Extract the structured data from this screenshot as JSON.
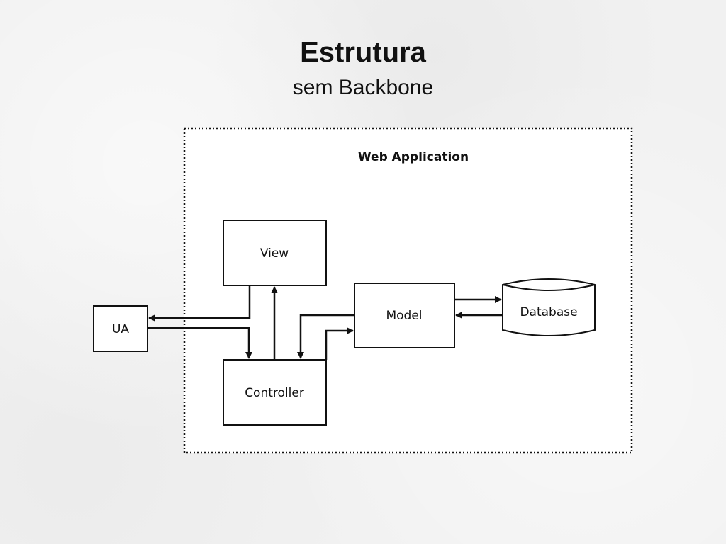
{
  "title": "Estrutura",
  "subtitle": "sem Backbone",
  "diagram": {
    "container_label": "Web Application",
    "nodes": {
      "ua": "UA",
      "view": "View",
      "controller": "Controller",
      "model": "Model",
      "database": "Database"
    }
  }
}
